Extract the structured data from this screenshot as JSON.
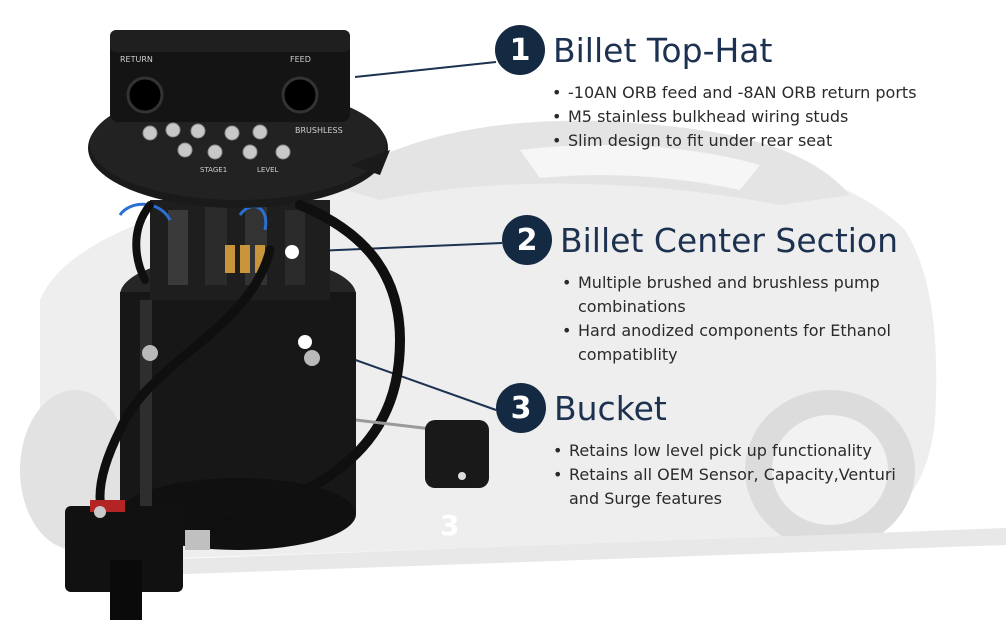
{
  "product": {
    "top_labels": {
      "return_port": "RETURN",
      "feed_port": "FEED",
      "brushless": "BRUSHLESS",
      "level": "LEVEL",
      "stage": "STAGE1"
    },
    "float_number": "3"
  },
  "callouts": [
    {
      "number": "1",
      "title": "Billet Top-Hat",
      "bullets": [
        "-10AN ORB feed and -8AN ORB return ports",
        "M5 stainless bulkhead wiring studs",
        "Slim design to fit under rear seat"
      ]
    },
    {
      "number": "2",
      "title": "Billet Center Section",
      "bullets": [
        "Multiple brushed and brushless pump combinations",
        "Hard anodized components for Ethanol compatiblity"
      ]
    },
    {
      "number": "3",
      "title": "Bucket",
      "bullets": [
        "Retains low level pick up functionality",
        "Retains all OEM Sensor, Capacity,Venturi and Surge features"
      ]
    }
  ],
  "colors": {
    "badge": "#142a43",
    "title": "#1d3250",
    "leader": "#1d3250",
    "car_silhouette": "#ececec",
    "pump_body": "#161616"
  }
}
